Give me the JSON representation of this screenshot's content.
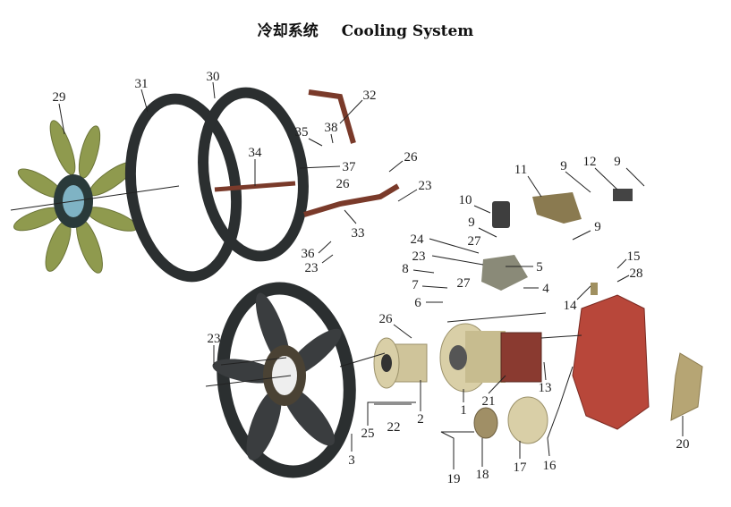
{
  "title": {
    "zh": "冷却系统",
    "en": "Cooling System"
  },
  "labels": [
    "29",
    "31",
    "30",
    "32",
    "35",
    "38",
    "34",
    "37",
    "26",
    "26",
    "23",
    "33",
    "36",
    "23",
    "11",
    "9",
    "12",
    "9",
    "10",
    "9",
    "9",
    "24",
    "27",
    "23",
    "5",
    "8",
    "7",
    "27",
    "4",
    "6",
    "15",
    "28",
    "14",
    "26",
    "23",
    "13",
    "21",
    "1",
    "2",
    "25",
    "22",
    "3",
    "20",
    "19",
    "18",
    "17",
    "16"
  ],
  "colors": {
    "fan_blade": "#8f9a4e",
    "shroud": "#2b2f30",
    "bracket": "#7a3a2a",
    "housing": "#b8473a",
    "cast": "#cfc49a"
  }
}
